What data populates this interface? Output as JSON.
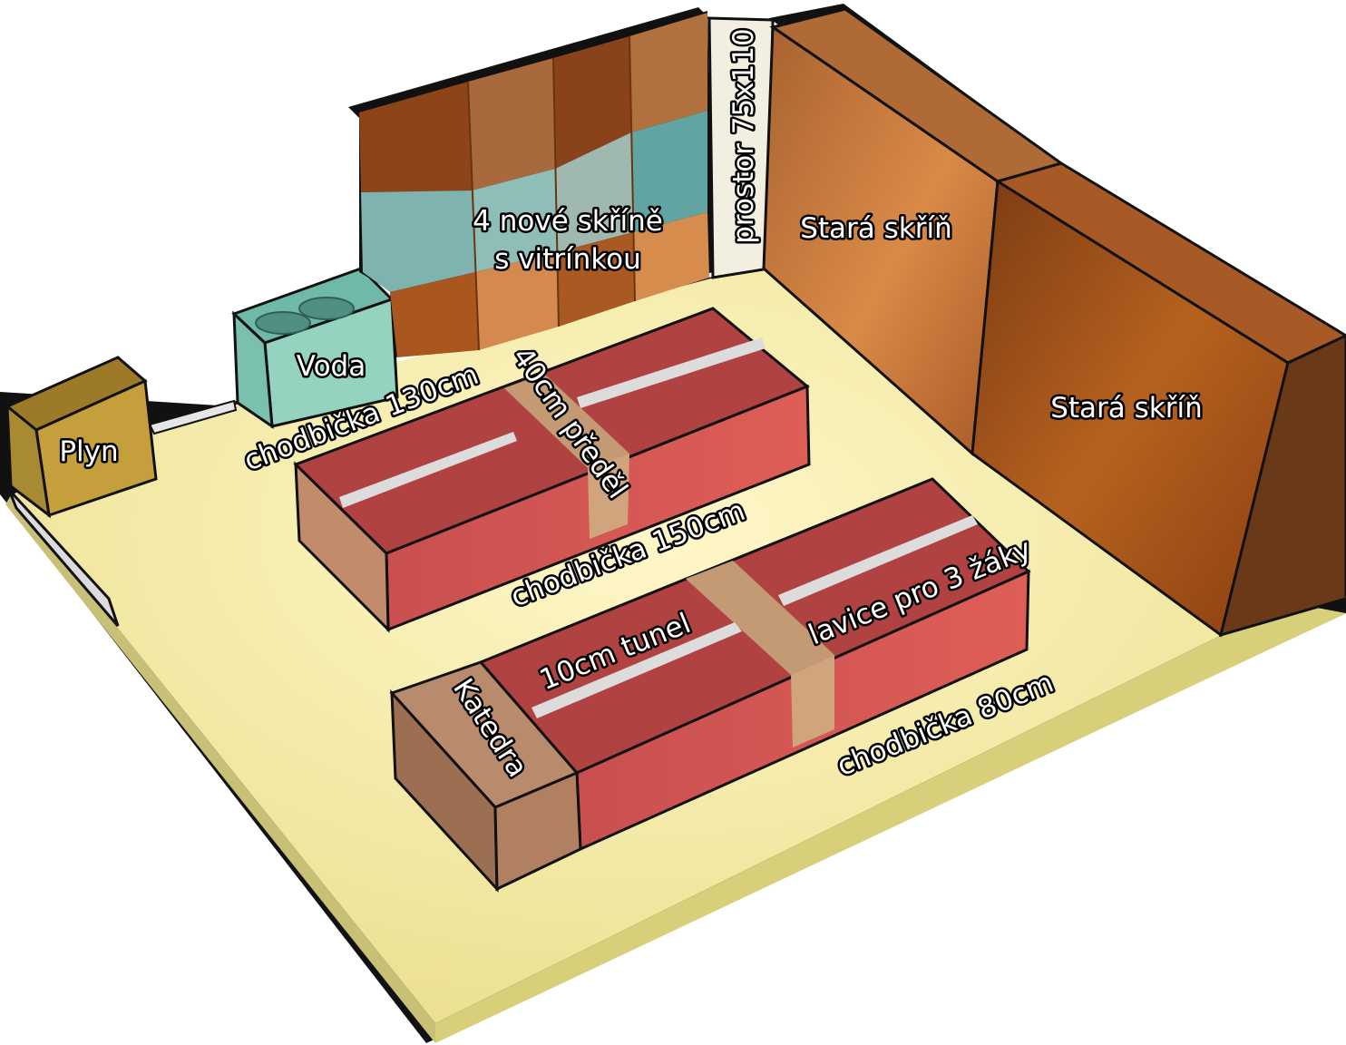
{
  "labels": {
    "plyn": "Plyn",
    "voda": "Voda",
    "new_cabinets_line1": "4 nové skříně",
    "new_cabinets_line2": "s vitrínkou",
    "space": "prostor 75x110",
    "old_cabinet_back": "Stará skříň",
    "old_cabinet_front": "Stará skříň",
    "corridor_130": "chodbička 130cm",
    "divider_40": "40cm předěl",
    "corridor_150": "chodbička 150cm",
    "bench_3": "lavice pro 3 žáky",
    "tunnel_10": "10cm tunel",
    "desk": "Katedra",
    "corridor_80": "chodbička 80cm"
  },
  "colors": {
    "floor": "#f6eea0",
    "bench_red": "#b84646",
    "divider_tan": "#c39a74",
    "desk_tan": "#b88b6c",
    "cabinet_brown": "#a8521e",
    "glass_teal": "#7fb3b0",
    "sink_mint": "#93d3bf",
    "gas_olive": "#c8a23c",
    "outline": "#000000"
  }
}
